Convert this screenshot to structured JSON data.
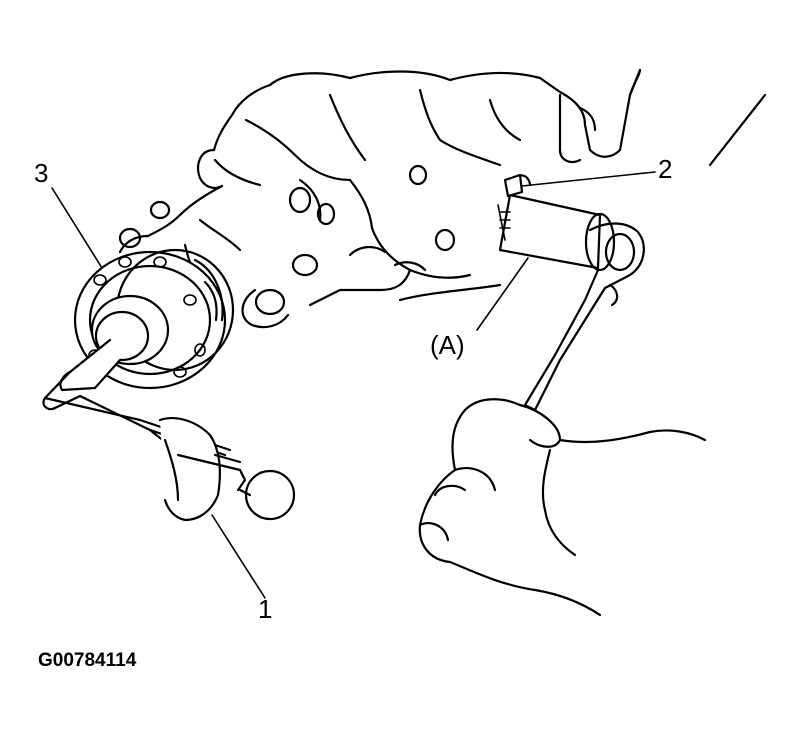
{
  "callouts": {
    "one": "1",
    "two": "2",
    "three": "3",
    "a": "(A)"
  },
  "figure_id": "G00784114"
}
